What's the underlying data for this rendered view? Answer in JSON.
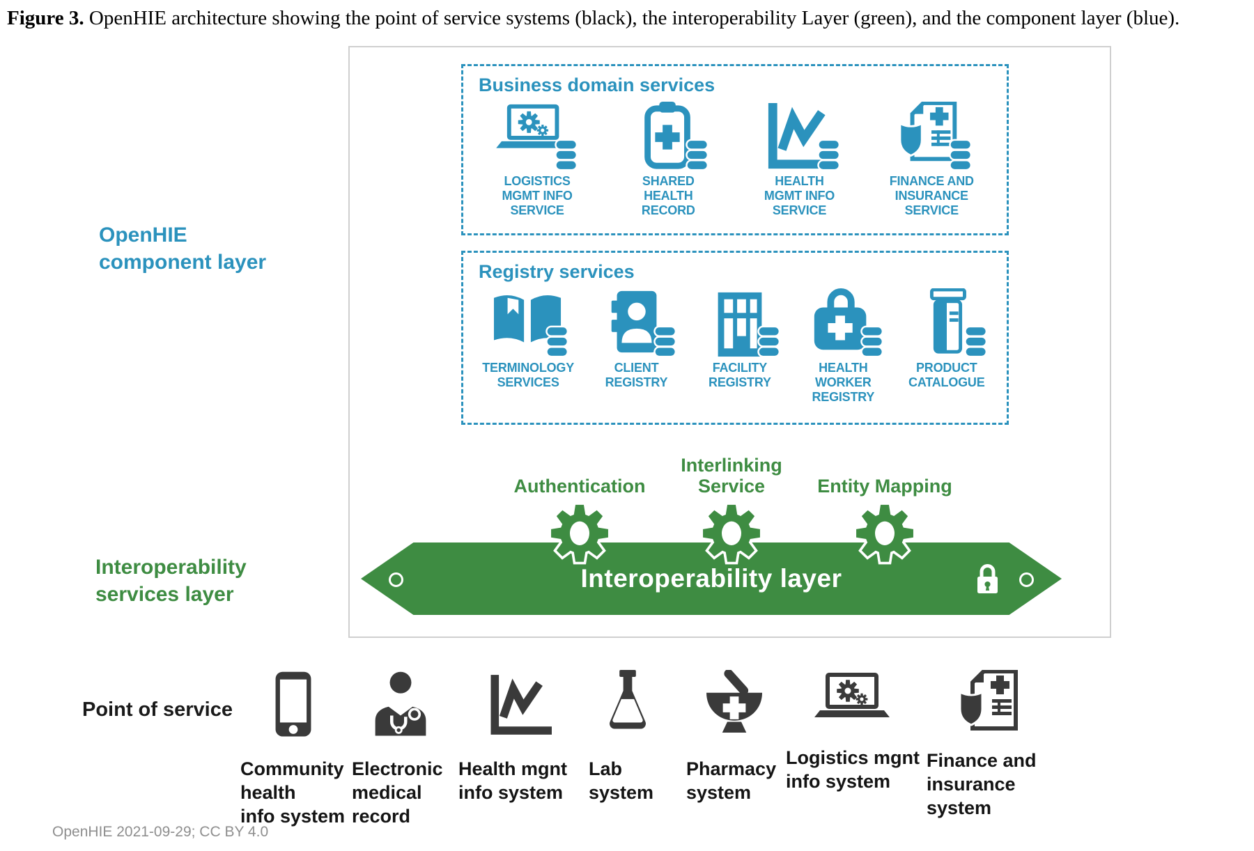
{
  "caption": {
    "figure_label": "Figure 3.",
    "text": " OpenHIE architecture showing the point of service systems (black), the interoperability Layer (green), and the component layer (blue)."
  },
  "colors": {
    "blue": "#2B92BD",
    "green": "#3E8C42",
    "icon_black": "#3A3A3A",
    "border_gray": "#CFCFCF",
    "footer_gray": "#8E8E8E"
  },
  "layers": {
    "component": "OpenHIE\ncomponent layer",
    "interoperability": "Interoperability\nservices layer",
    "point_of_service": "Point of service"
  },
  "component_layer": {
    "business": {
      "title": "Business domain services",
      "items": [
        {
          "icon": "laptop-gears",
          "label": "LOGISTICS\nMGMT INFO\nSERVICE"
        },
        {
          "icon": "clipboard-plus",
          "label": "SHARED\nHEALTH\nRECORD"
        },
        {
          "icon": "chart-line",
          "label": "HEALTH\nMGMT INFO\nSERVICE"
        },
        {
          "icon": "document-shield",
          "label": "FINANCE AND\nINSURANCE\nSERVICE"
        }
      ]
    },
    "registry": {
      "title": "Registry services",
      "items": [
        {
          "icon": "open-book",
          "label": "TERMINOLOGY\nSERVICES"
        },
        {
          "icon": "contact-card",
          "label": "CLIENT\nREGISTRY"
        },
        {
          "icon": "building",
          "label": "FACILITY\nREGISTRY"
        },
        {
          "icon": "medical-bag",
          "label": "HEALTH\nWORKER\nREGISTRY"
        },
        {
          "icon": "pill-bottle",
          "label": "PRODUCT\nCATALOGUE"
        }
      ]
    }
  },
  "interoperability_layer": {
    "banner": "Interoperability layer",
    "services": [
      {
        "icon": "gear",
        "label": "Authentication"
      },
      {
        "icon": "gear",
        "label": "Interlinking\nService"
      },
      {
        "icon": "gear",
        "label": "Entity Mapping"
      }
    ]
  },
  "point_of_service": {
    "items": [
      {
        "icon": "smartphone",
        "label": "Community\nhealth\ninfo system"
      },
      {
        "icon": "doctor",
        "label": "Electronic\nmedical\nrecord"
      },
      {
        "icon": "chart-line-dark",
        "label": "Health mgnt\ninfo system"
      },
      {
        "icon": "lab-flask",
        "label": "Lab\nsystem"
      },
      {
        "icon": "mortar-pestle",
        "label": "Pharmacy\nsystem"
      },
      {
        "icon": "laptop-gears-dark",
        "label": "Logistics mgnt\ninfo system"
      },
      {
        "icon": "document-shield-dark",
        "label": "Finance and\ninsurance\nsystem"
      }
    ]
  },
  "footer": "OpenHIE 2021-09-29; CC BY 4.0"
}
